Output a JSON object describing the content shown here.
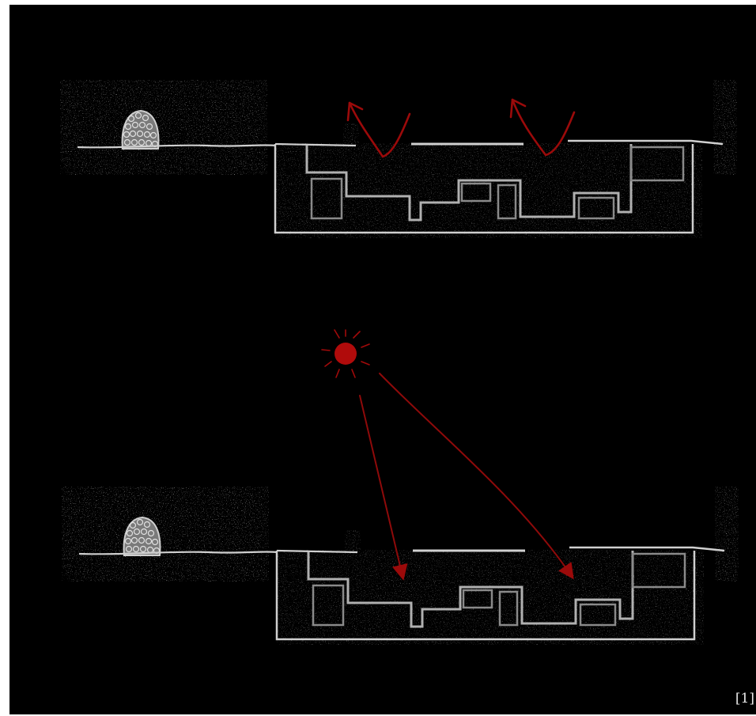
{
  "reference_label": "[1]",
  "colors": {
    "background": "#000000",
    "chalk": "#d6d6d6",
    "inner_chalk": "#8a8a8a",
    "accent": "#9b0a0a"
  },
  "sections": [
    {
      "id": "top",
      "annotation": "airflow-arrows-icon"
    },
    {
      "id": "bottom",
      "annotation": "sunlight-arrows-icon"
    }
  ],
  "icons": [
    "sun-icon",
    "haystack-icon"
  ]
}
